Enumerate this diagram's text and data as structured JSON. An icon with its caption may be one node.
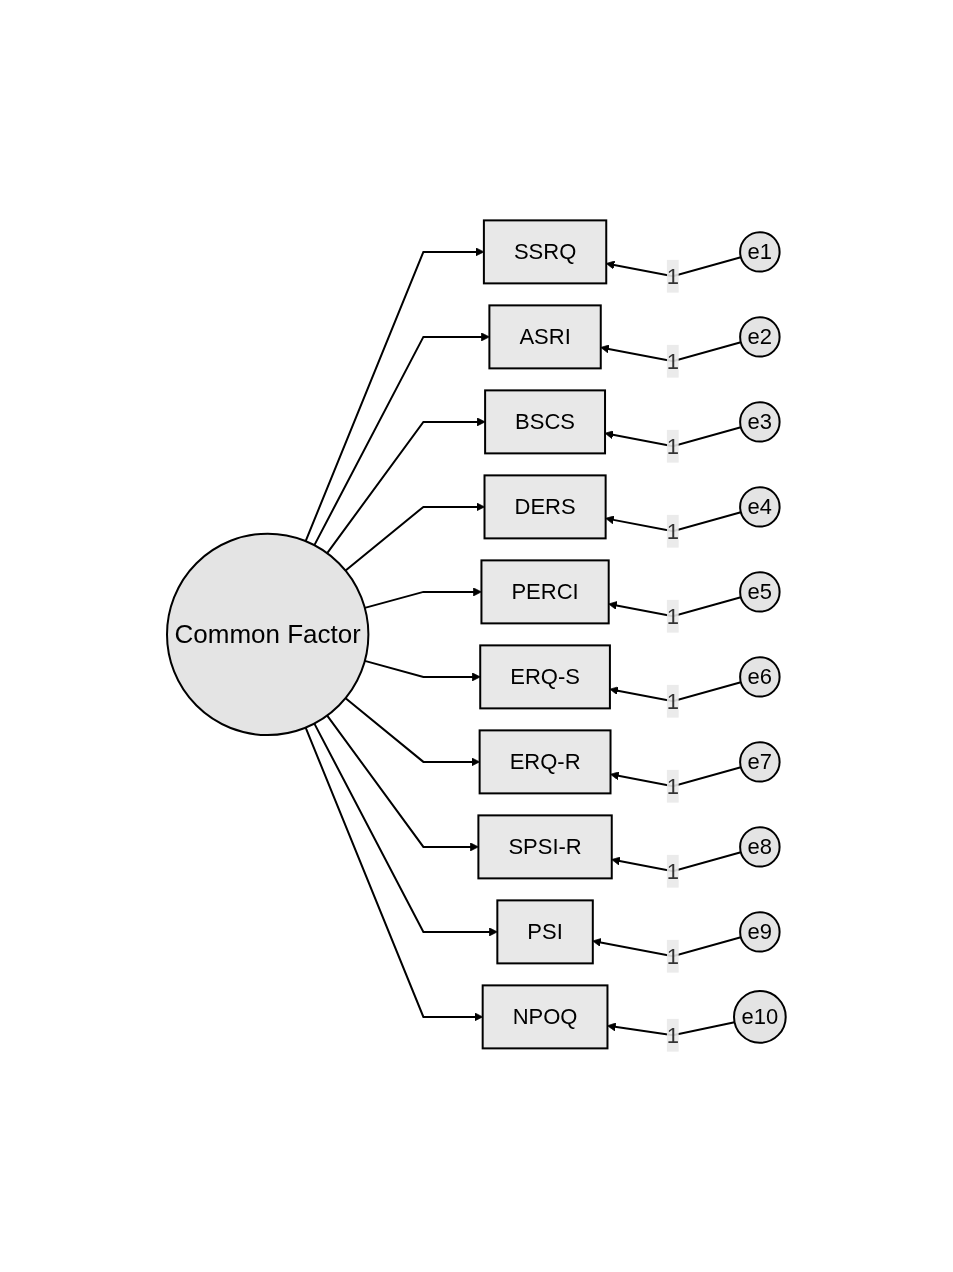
{
  "diagram": {
    "nodes": [
      {
        "text": [
          "Common Factor"
        ]
      },
      {
        "text": [
          "SSRQ"
        ]
      },
      {
        "text": [
          "ASRI"
        ]
      },
      {
        "text": [
          "BSCS"
        ]
      },
      {
        "text": [
          "DERS"
        ]
      },
      {
        "text": [
          "PERCI"
        ]
      },
      {
        "text": [
          "ERQ-S"
        ]
      },
      {
        "text": [
          "ERQ-R"
        ]
      },
      {
        "text": [
          "SPSI-R"
        ]
      },
      {
        "text": [
          "PSI"
        ]
      },
      {
        "text": [
          "NPOQ"
        ]
      },
      {
        "text": [
          "e1"
        ]
      },
      {
        "text": [
          "e2"
        ]
      },
      {
        "text": [
          "e3"
        ]
      },
      {
        "text": [
          "e4"
        ]
      },
      {
        "text": [
          "e5"
        ]
      },
      {
        "text": [
          "e6"
        ]
      },
      {
        "text": [
          "e7"
        ]
      },
      {
        "text": [
          "e8"
        ]
      },
      {
        "text": [
          "e9"
        ]
      },
      {
        "text": [
          "e10"
        ]
      }
    ],
    "edges": [
      {
        "from": 0,
        "to": 1,
        "arrow": "to"
      },
      {
        "from": 0,
        "to": 2,
        "arrow": "to"
      },
      {
        "from": 0,
        "to": 3,
        "arrow": "to"
      },
      {
        "from": 0,
        "to": 4,
        "arrow": "to"
      },
      {
        "from": 0,
        "to": 5,
        "arrow": "to"
      },
      {
        "from": 0,
        "to": 6,
        "arrow": "to"
      },
      {
        "from": 0,
        "to": 7,
        "arrow": "to"
      },
      {
        "from": 0,
        "to": 8,
        "arrow": "to"
      },
      {
        "from": 0,
        "to": 9,
        "arrow": "to"
      },
      {
        "from": 0,
        "to": 10,
        "arrow": "to"
      },
      {
        "from": 11,
        "to": 1,
        "arrow": "to",
        "label": "1"
      },
      {
        "from": 12,
        "to": 2,
        "arrow": "to",
        "label": "1"
      },
      {
        "from": 13,
        "to": 3,
        "arrow": "to",
        "label": "1"
      },
      {
        "from": 14,
        "to": 4,
        "arrow": "to",
        "label": "1"
      },
      {
        "from": 15,
        "to": 5,
        "arrow": "to",
        "label": "1"
      },
      {
        "from": 16,
        "to": 6,
        "arrow": "to",
        "label": "1"
      },
      {
        "from": 17,
        "to": 7,
        "arrow": "to",
        "label": "1"
      },
      {
        "from": 18,
        "to": 8,
        "arrow": "to",
        "label": "1"
      },
      {
        "from": 19,
        "to": 9,
        "arrow": "to",
        "label": "1"
      },
      {
        "from": 20,
        "to": 10,
        "arrow": "to",
        "label": "1"
      }
    ]
  }
}
